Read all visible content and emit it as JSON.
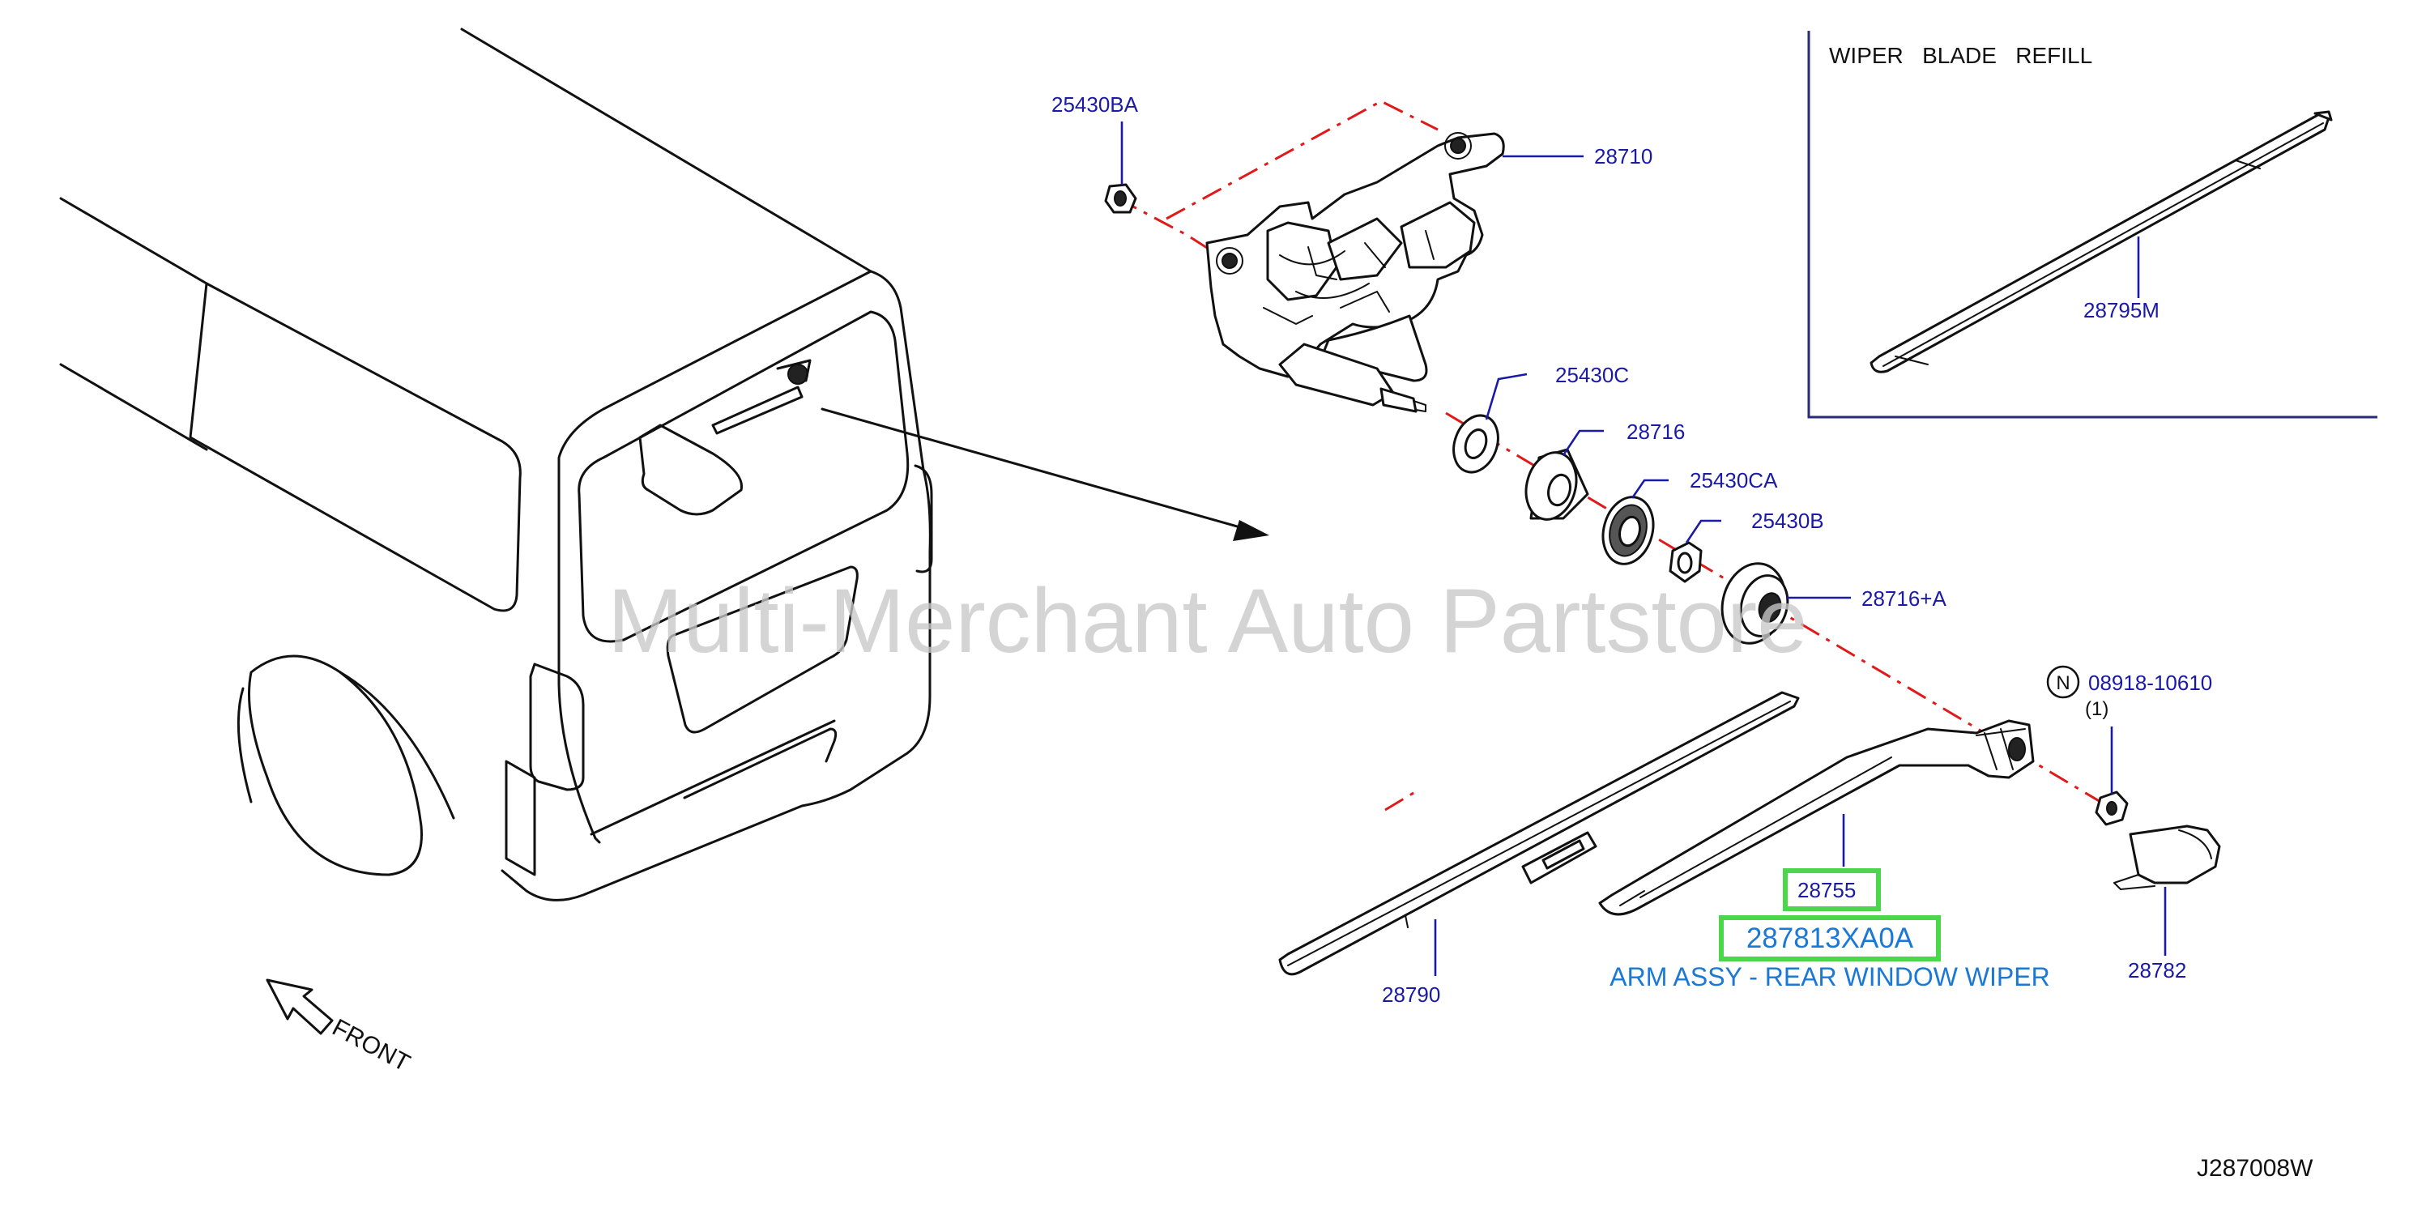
{
  "diagram": {
    "inset_title": "WIPER   BLADE   REFILL",
    "watermark": "Multi-Merchant Auto Partstore",
    "front_label": "FRONT",
    "diagram_code": "J287008W",
    "highlighted_part_number": "287813XA0A",
    "highlighted_description": "ARM ASSY - REAR WINDOW WIPER",
    "colors": {
      "callout_blue": "#1a1aa6",
      "highlight_green": "#4cd64c",
      "centerline_red": "#e01a1a",
      "description_blue": "#1a78d6"
    },
    "part_labels": {
      "p25430BA": "25430BA",
      "p28710": "28710",
      "p25430C": "25430C",
      "p28716": "28716",
      "p25430CA": "25430CA",
      "p25430B": "25430B",
      "p28716A": "28716+A",
      "p08918": "08918-10610",
      "p08918_qty": "(1)",
      "p08918_prefix": "N",
      "p28755": "28755",
      "p28790": "28790",
      "p28782": "28782",
      "p28795M": "28795M"
    }
  }
}
